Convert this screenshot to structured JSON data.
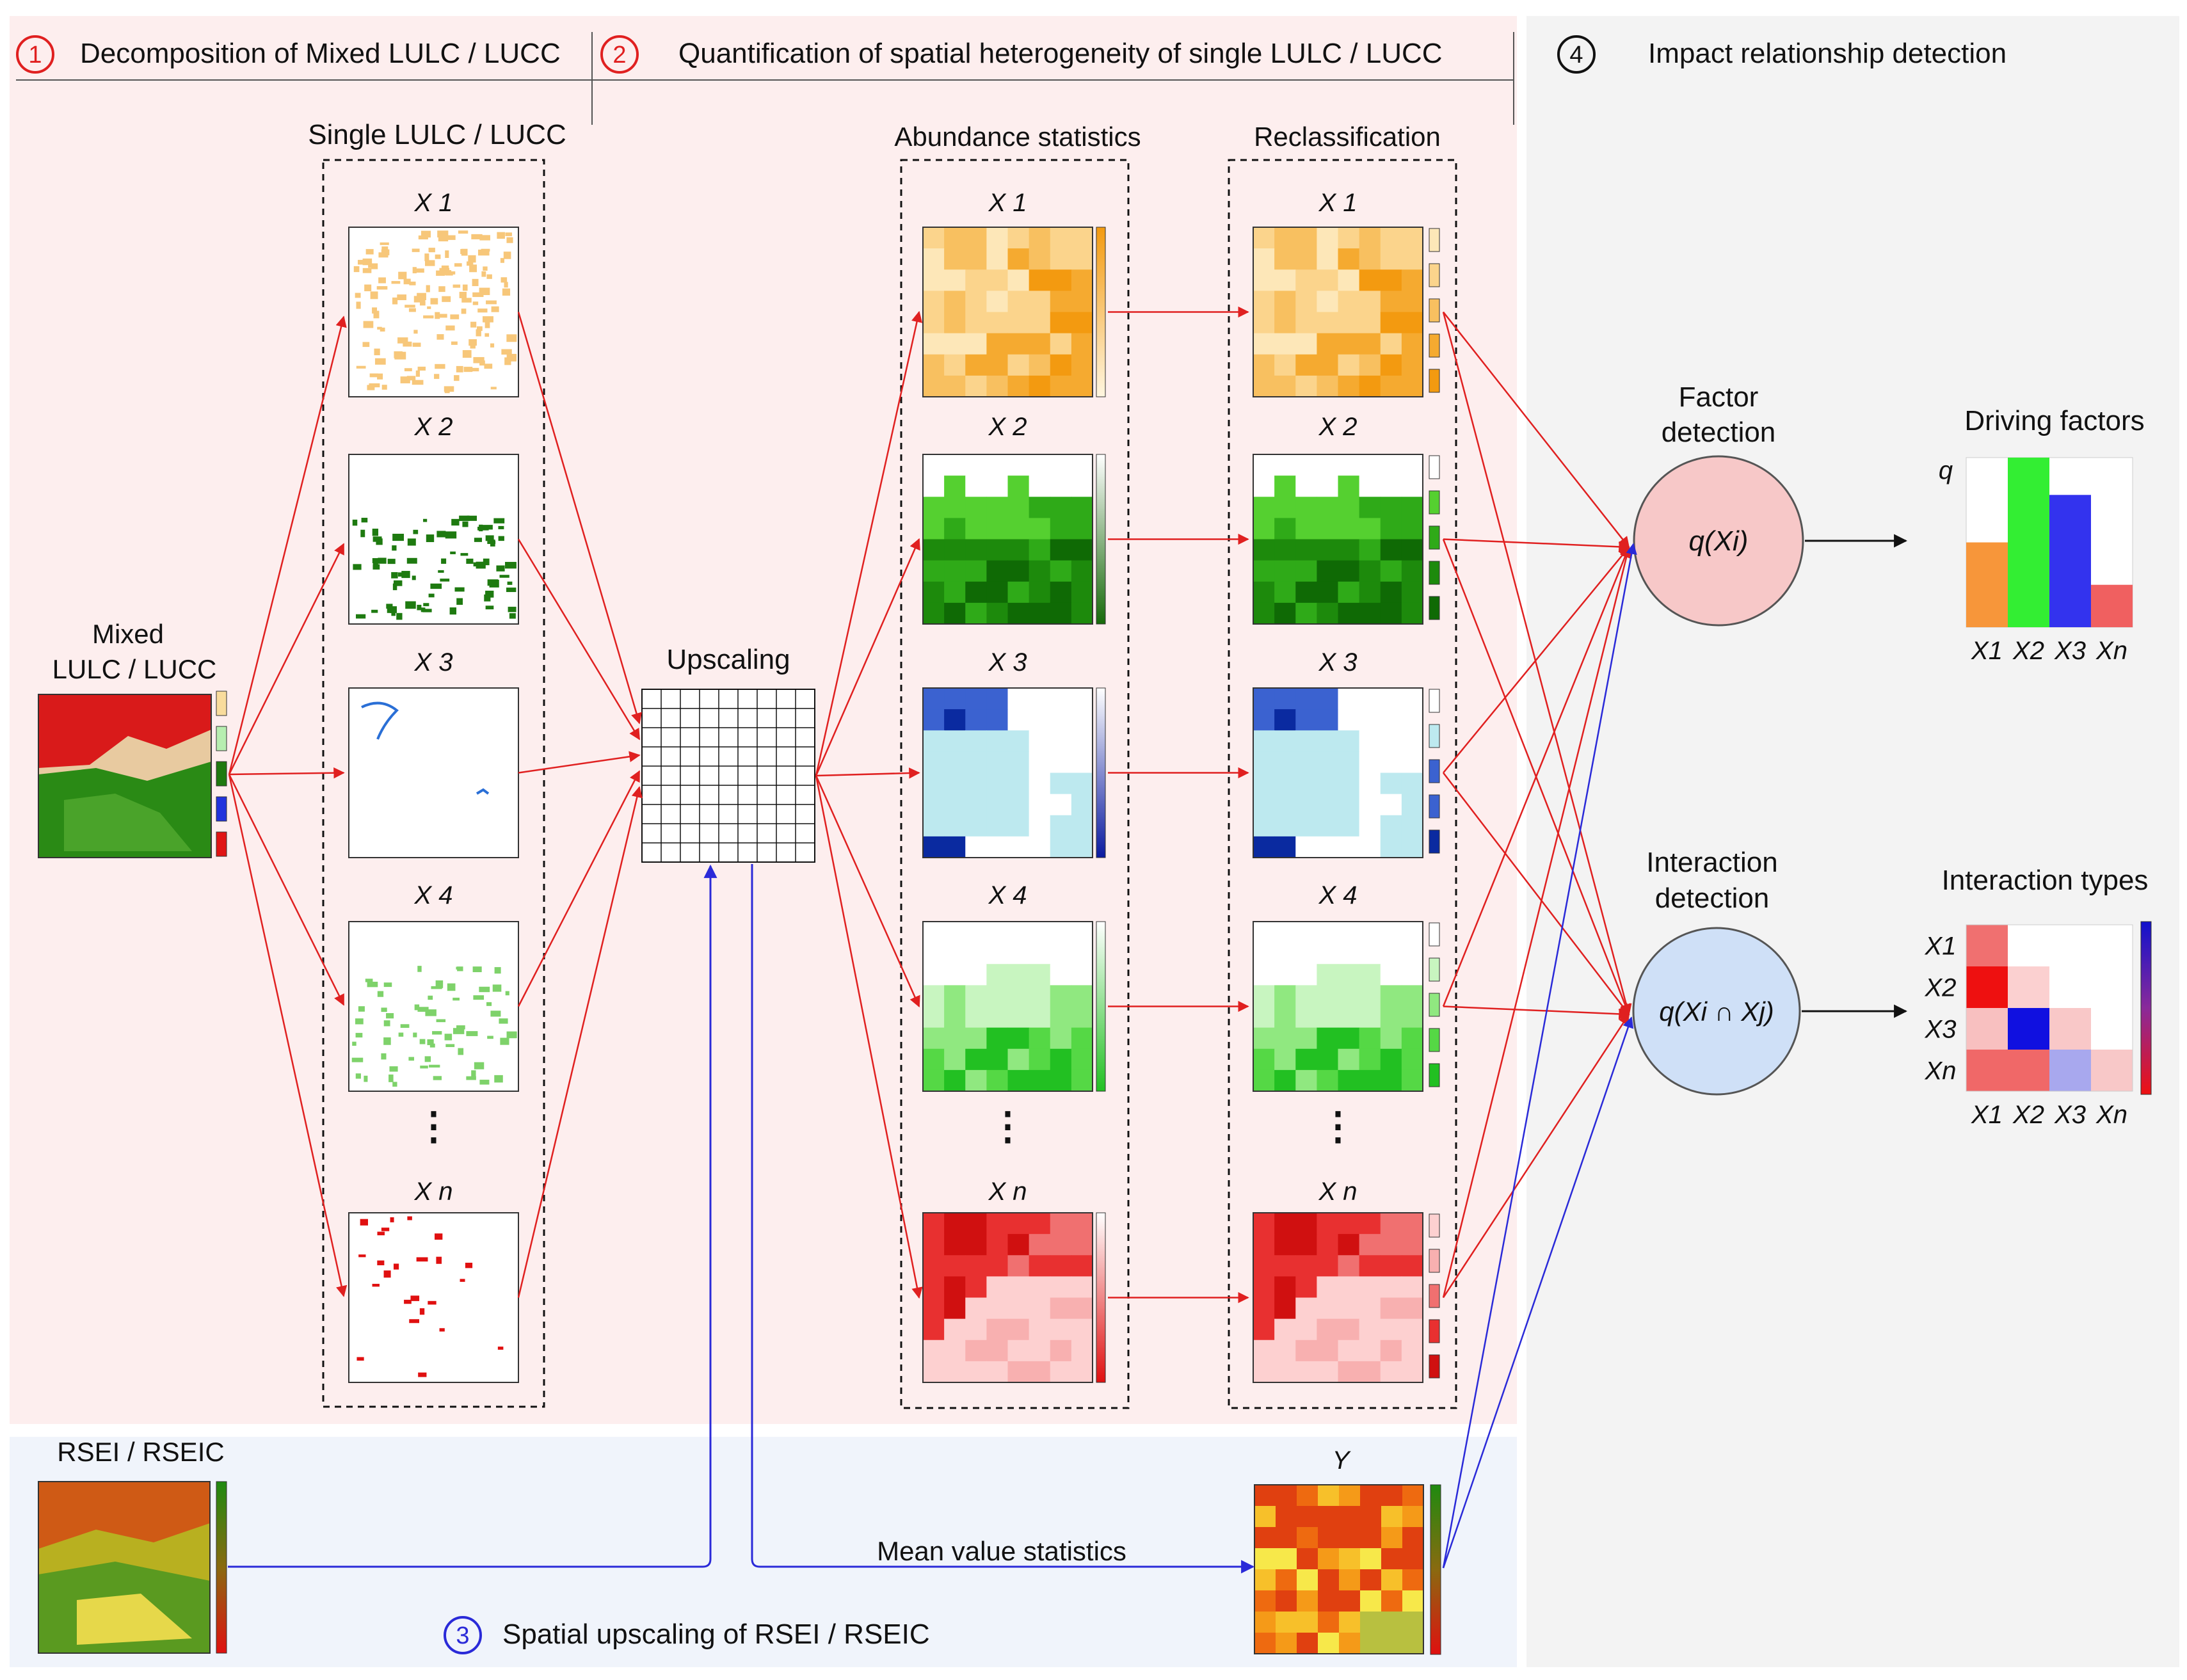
{
  "sections": {
    "s1": {
      "num": "1",
      "title": "Decomposition of Mixed LULC / LUCC"
    },
    "s2": {
      "num": "2",
      "title": "Quantification of spatial heterogeneity of single LULC / LUCC"
    },
    "s3": {
      "num": "3",
      "title": "Spatial upscaling of RSEI / RSEIC"
    },
    "s4": {
      "num": "4",
      "title": "Impact relationship detection"
    }
  },
  "labels": {
    "mixed_line1": "Mixed",
    "mixed_line2": "LULC / LUCC",
    "single": "Single LULC / LUCC",
    "upscaling": "Upscaling",
    "abundance": "Abundance statistics",
    "reclass": "Reclassification",
    "rsei": "RSEI / RSEIC",
    "mean_value": "Mean value statistics",
    "y": "Y",
    "factor_line1": "Factor",
    "factor_line2": "detection",
    "factor_formula": "q(Xi)",
    "interaction_line1": "Interaction",
    "interaction_line2": "detection",
    "interaction_formula": "q(Xi ∩ Xj)",
    "driving_factors": "Driving factors",
    "interaction_types": "Interaction types",
    "q_axis": "q"
  },
  "layers": [
    {
      "label": "X 1",
      "color": "#f7c77a"
    },
    {
      "label": "X 2",
      "color": "#1e7a10"
    },
    {
      "label": "X 3",
      "color": "#2a6fd6"
    },
    {
      "label": "X 4",
      "color": "#7ed26a"
    },
    {
      "label": "X n",
      "color": "#e01010"
    }
  ],
  "ellipsis": "⋮",
  "legend_colors": [
    "#f9dc9c",
    "#b7eeb0",
    "#1f7a10",
    "#2233dd",
    "#e01515"
  ],
  "driving_factor_bars": {
    "categories": [
      "X1",
      "X2",
      "X3",
      "Xn"
    ],
    "values": [
      0.5,
      1.0,
      0.78,
      0.25
    ],
    "colors": [
      "#f7963a",
      "#33ee33",
      "#3333ee",
      "#f06060"
    ]
  },
  "interaction_matrix": {
    "rows": [
      "X1",
      "X2",
      "X3",
      "Xn"
    ],
    "cols": [
      "X1",
      "X2",
      "X3",
      "Xn"
    ]
  },
  "colors": {
    "section_bg_pink": "#fdeeee",
    "section_bg_blue": "#f0f4fb",
    "section_bg_grey": "#f3f3f3",
    "arrow_red": "#e02020",
    "arrow_blue": "#2a2ad8",
    "factor_circle": "#f7c8c8",
    "interaction_circle": "#cfe0f7"
  }
}
